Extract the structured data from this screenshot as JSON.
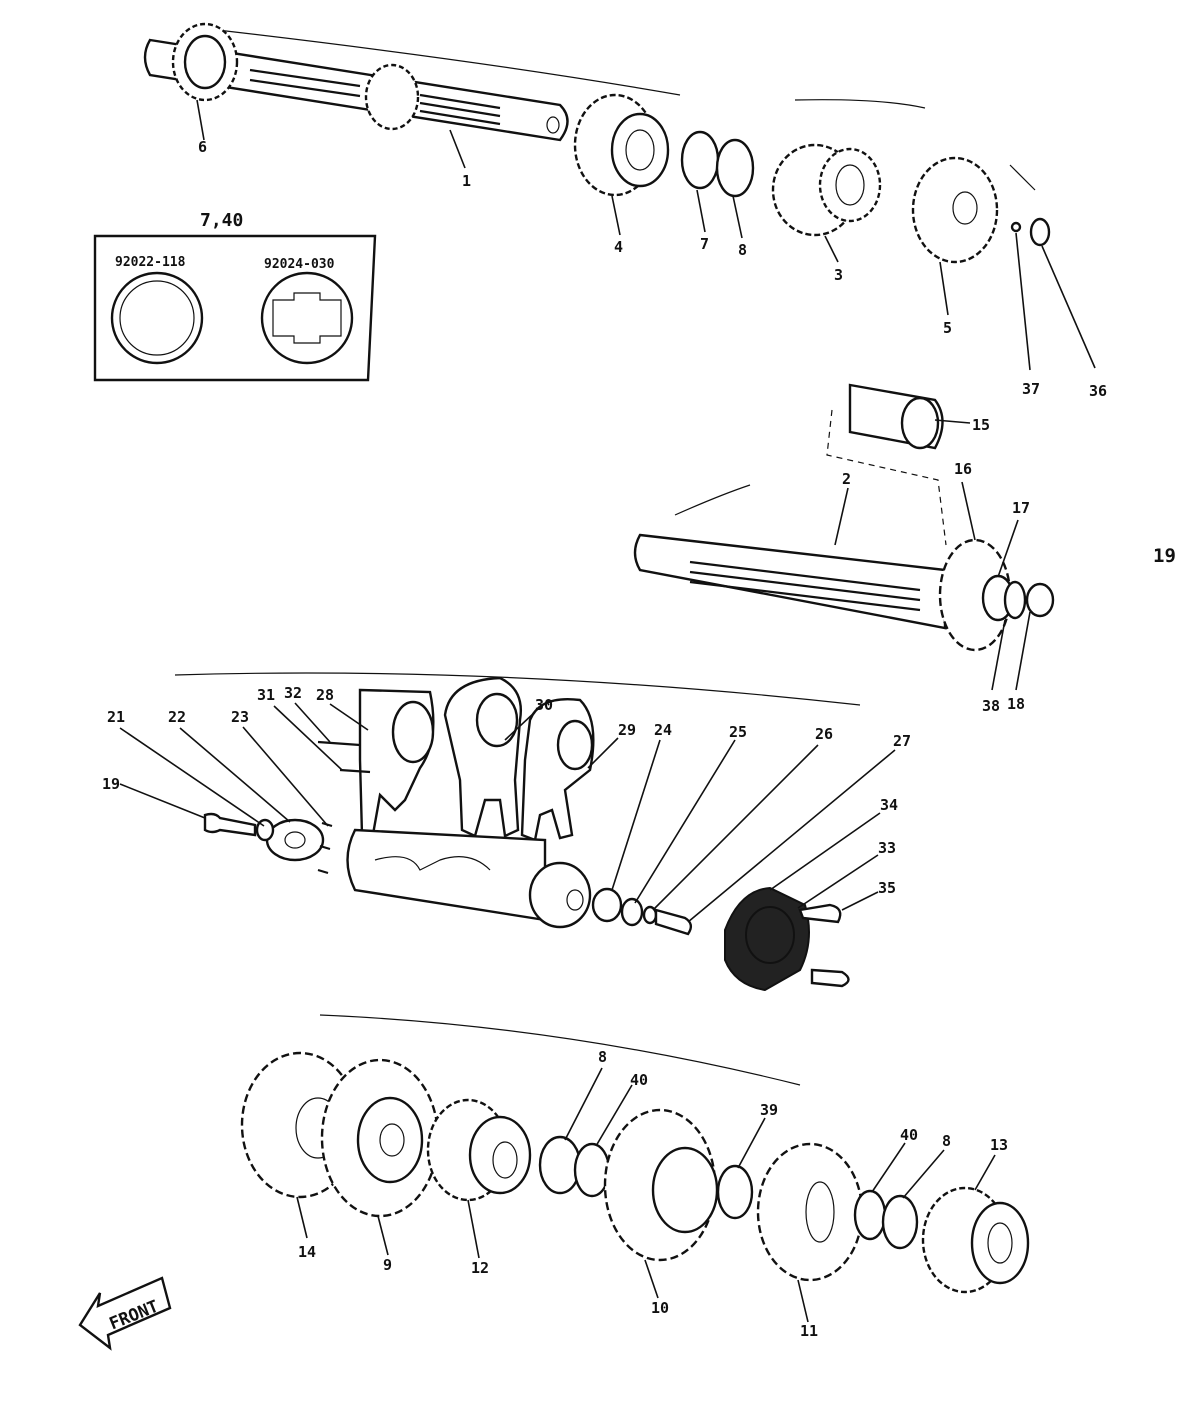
{
  "page_ref": "19",
  "inset": {
    "title": "7,40",
    "left_part_no": "92022-118",
    "right_part_no": "92024-030"
  },
  "front_label": "FRONT",
  "callouts": {
    "c1": "1",
    "c2": "2",
    "c3": "3",
    "c4": "4",
    "c5": "5",
    "c6": "6",
    "c7": "7",
    "c8_top": "8",
    "c36": "36",
    "c37": "37",
    "c15": "15",
    "c16": "16",
    "c17": "17",
    "c38": "38",
    "c18": "18",
    "c21": "21",
    "c22": "22",
    "c23": "23",
    "c31": "31",
    "c32": "32",
    "c28": "28",
    "c30": "30",
    "c29": "29",
    "c24": "24",
    "c25": "25",
    "c26": "26",
    "c27": "27",
    "c19": "19",
    "c34": "34",
    "c33": "33",
    "c35": "35",
    "c8_mid": "8",
    "c40_mid": "40",
    "c39": "39",
    "c40_right": "40",
    "c8_right": "8",
    "c13": "13",
    "c14": "14",
    "c9": "9",
    "c12": "12",
    "c10": "10",
    "c11": "11"
  }
}
